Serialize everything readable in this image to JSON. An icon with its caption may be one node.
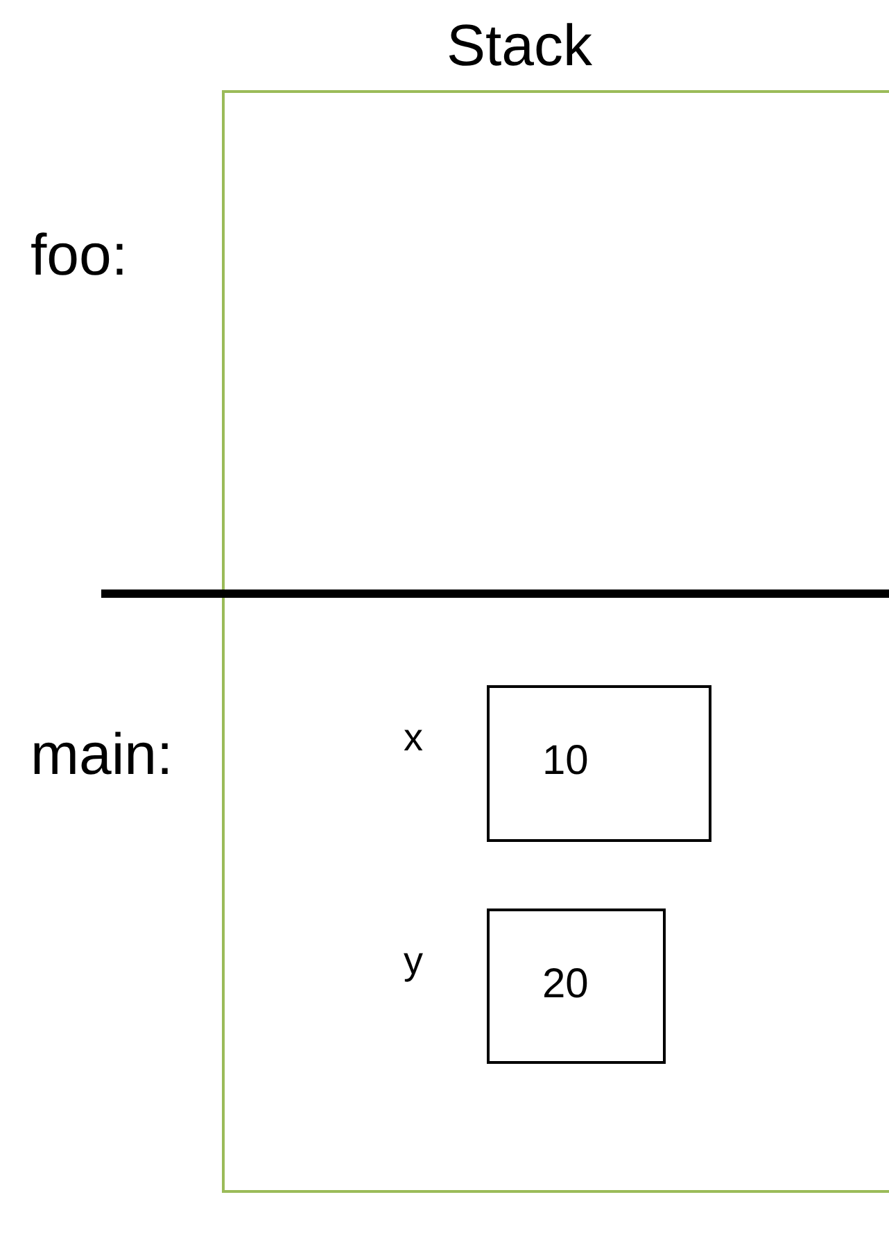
{
  "diagram": {
    "nodes": [
      {
        "text": [
          "Stack"
        ]
      },
      {
        "text": [
          "10"
        ],
        "beside": [
          "x"
        ],
        "in": 0
      },
      {
        "text": [
          "20"
        ],
        "beside": [
          "y"
        ],
        "in": 0
      }
    ],
    "labels": [
      "foo:",
      "main:"
    ]
  }
}
